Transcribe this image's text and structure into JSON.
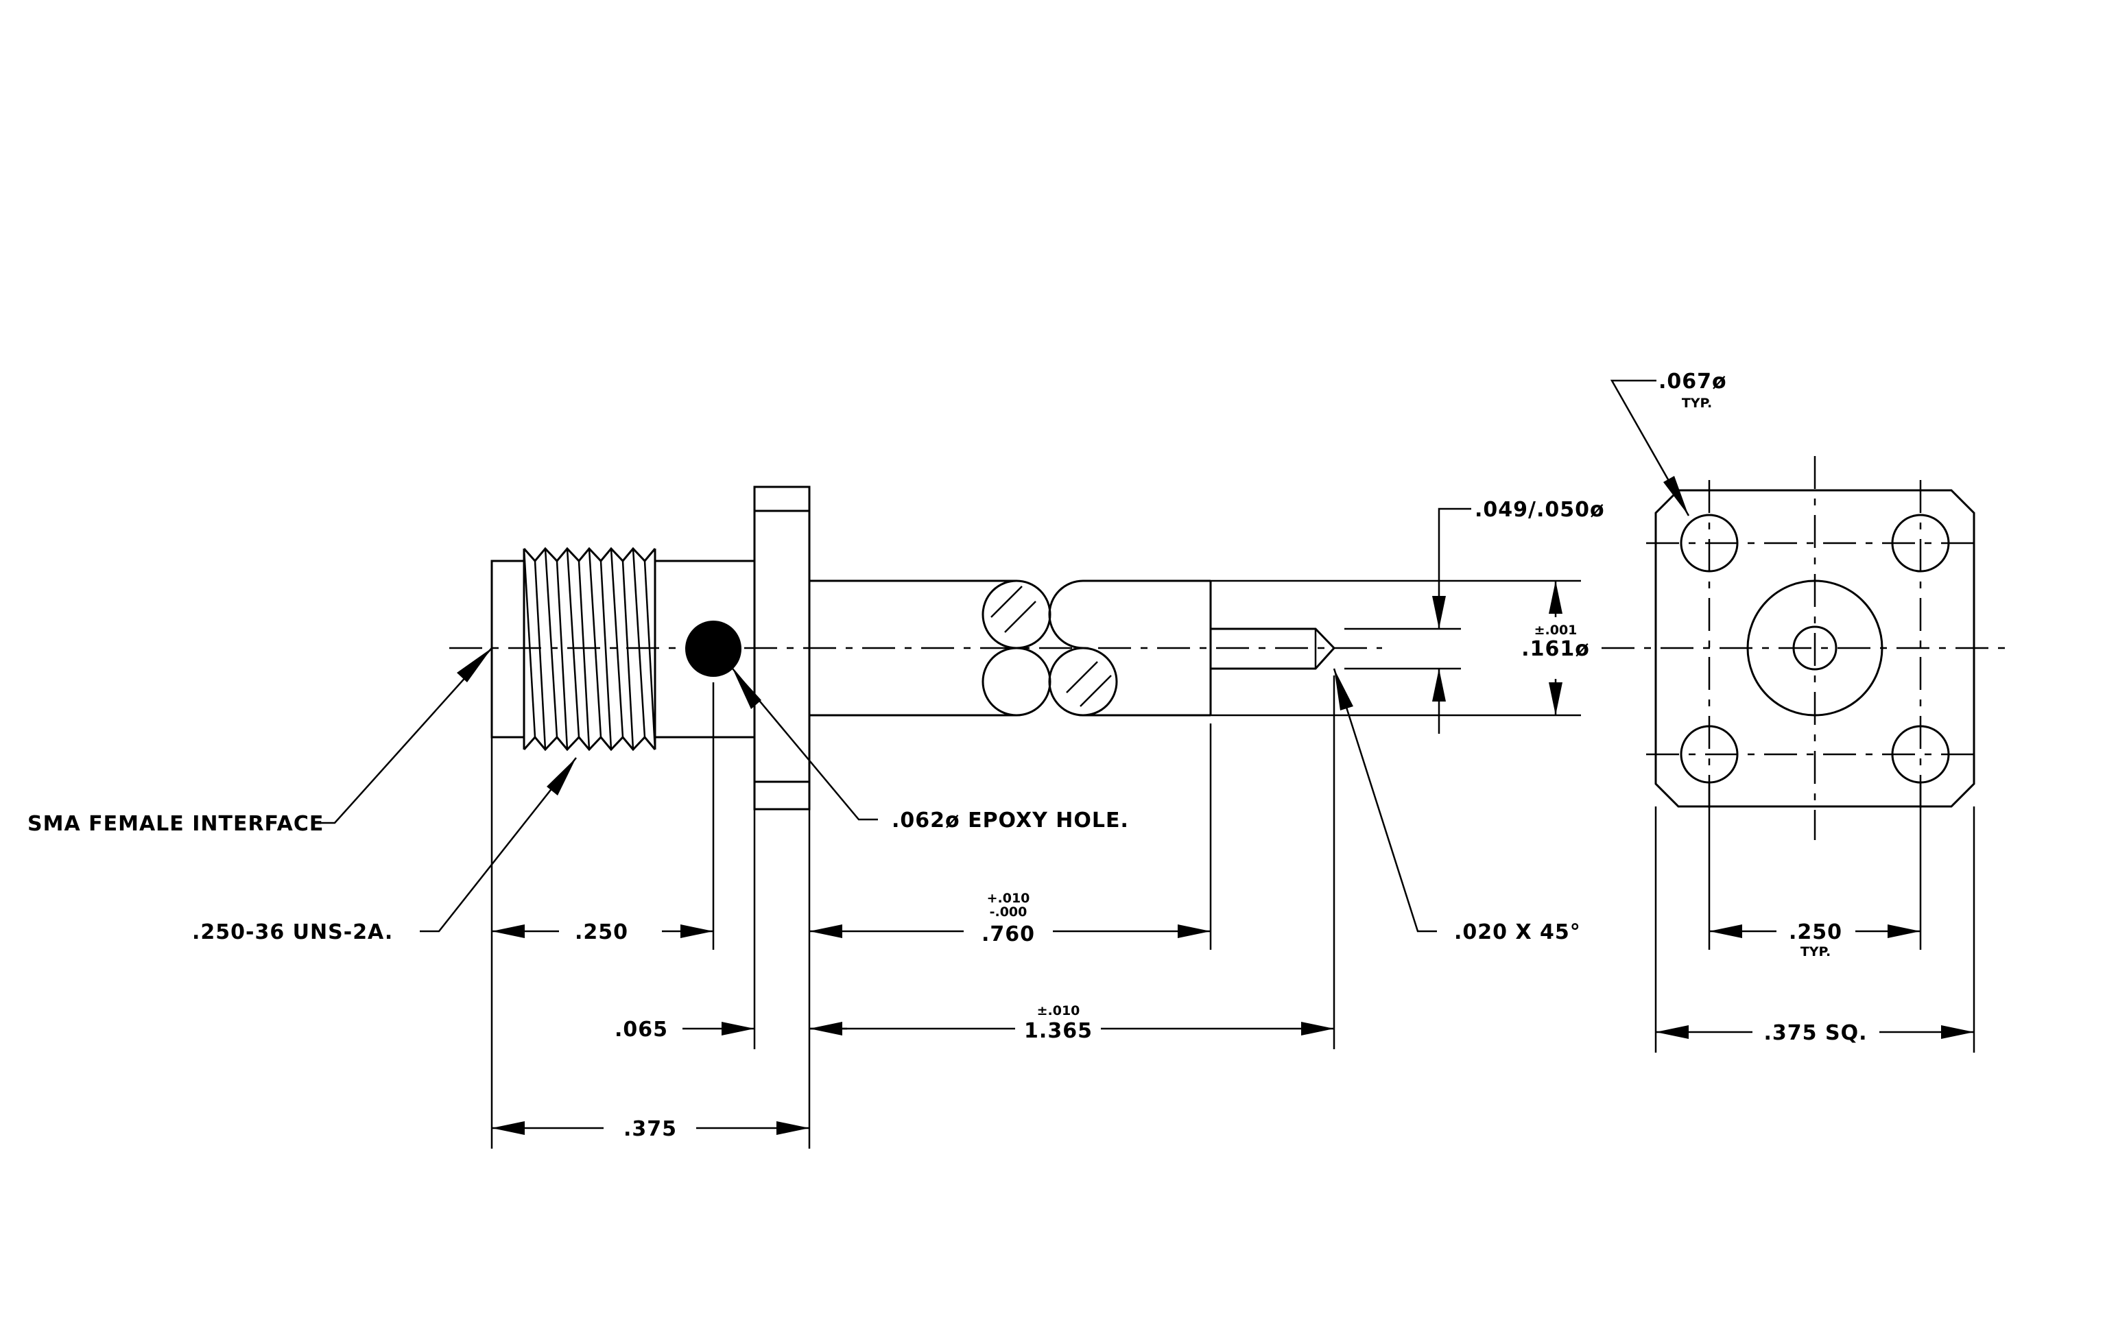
{
  "callouts": {
    "sma_interface": "SMA FEMALE INTERFACE",
    "thread": ".250-36 UNS-2A.",
    "epoxy_hole": ".062ø EPOXY HOLE.",
    "chamfer": ".020 X 45°",
    "pin_dia": ".049/.050ø",
    "hole_dia": ".067ø",
    "hole_dia_note": "TYP."
  },
  "dimensions": {
    "d250": ".250",
    "d065": ".065",
    "d375": ".375",
    "d760": ".760",
    "d760_tol_plus": "+.010",
    "d760_tol_minus": "-.000",
    "d1365": "1.365",
    "d1365_tol": "±.010",
    "d161": ".161ø",
    "d161_tol": "±.001",
    "hole_spacing": ".250",
    "hole_spacing_note": "TYP.",
    "flange_size": ".375 SQ."
  }
}
